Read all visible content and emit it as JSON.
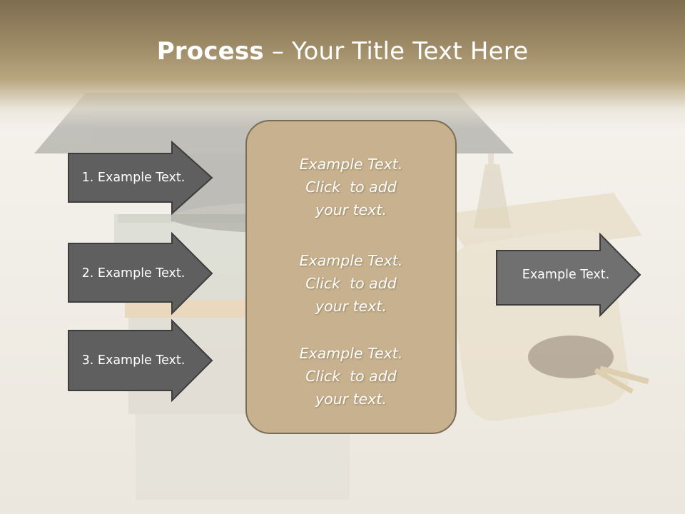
{
  "slide": {
    "title_bold": "Process",
    "title_rest": " – Your Title Text Here",
    "left_steps": [
      {
        "label": "1. Example Text."
      },
      {
        "label": "2. Example Text."
      },
      {
        "label": "3. Example Text."
      }
    ],
    "center_blocks": [
      {
        "line1": "Example Text.",
        "line2": "Click  to add",
        "line3": "your text."
      },
      {
        "line1": "Example Text.",
        "line2": "Click  to add",
        "line3": "your text."
      },
      {
        "line1": "Example Text.",
        "line2": "Click  to add",
        "line3": "your text."
      }
    ],
    "right_output": {
      "label": "Example Text."
    }
  },
  "colors": {
    "arrow_fill": "#5f5f5f",
    "arrow_stroke": "#3d3d3d",
    "right_arrow_fill": "#707070",
    "center_fill": "#c7b18e",
    "center_border": "#7b6d55",
    "title_band": "#8b7a59"
  },
  "background_image": "graduation-cap-books-diploma-photo"
}
